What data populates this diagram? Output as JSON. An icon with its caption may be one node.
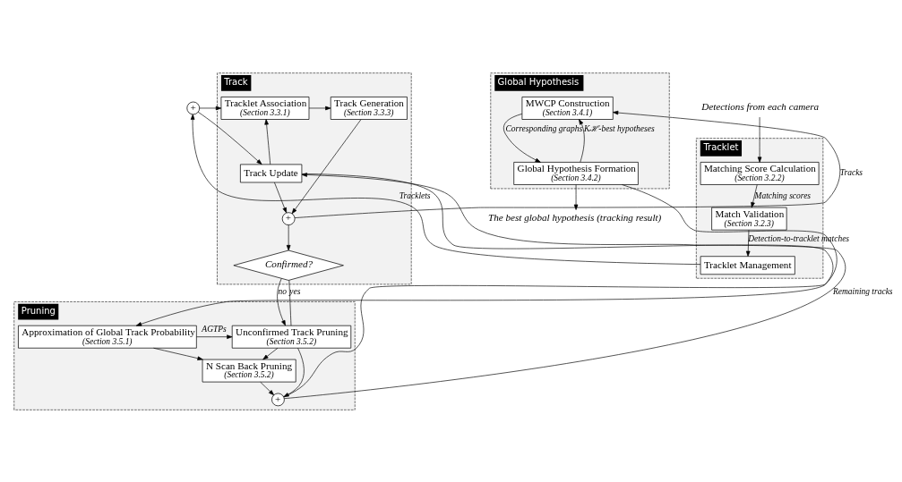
{
  "diagram": {
    "nodes": [
      {
        "text": [
          "Tracklet"
        ]
      },
      {
        "text": [
          "Matching Score Calculation",
          "(Section 3.2.2)"
        ],
        "in": 0
      },
      {
        "text": [
          "Match Validation",
          "(Section 3.2.3)"
        ],
        "in": 0
      },
      {
        "text": [
          "Tracklet Management"
        ],
        "in": 0
      },
      {
        "text": [
          "Detections from each camera"
        ]
      },
      {
        "text": [
          "+"
        ]
      },
      {
        "text": [
          "Track"
        ]
      },
      {
        "text": [
          "Tracklet Association",
          "(Section 3.3.1)"
        ],
        "in": 6
      },
      {
        "text": [
          "Track Generation",
          "(Section 3.3.3)"
        ],
        "in": 6
      },
      {
        "text": [
          "Track Update"
        ],
        "in": 6
      },
      {
        "text": [
          "+"
        ],
        "in": 6
      },
      {
        "text": [
          "Confirmed?"
        ],
        "in": 6
      },
      {
        "text": [
          "Global Hypothesis"
        ]
      },
      {
        "text": [
          "MWCP Construction",
          "(Section 3.4.1)"
        ],
        "in": 12
      },
      {
        "text": [
          "Global Hypothesis Formation",
          "(Section 3.4.2)"
        ],
        "in": 12
      },
      {
        "text": [
          "Pruning"
        ]
      },
      {
        "text": [
          "Unconfirmed Track Pruning",
          "(Section 3.5.2)"
        ],
        "in": 15
      },
      {
        "text": [
          "N Scan Back Pruning",
          "(Section 3.5.2)"
        ],
        "in": 15
      },
      {
        "text": [
          "Approximation of Global Track Probability",
          "(Section 3.5.1)"
        ],
        "in": 15
      },
      {
        "text": [
          "+"
        ],
        "in": 15
      },
      {
        "text": [
          "The best global hypothesis (tracking result)"
        ]
      }
    ],
    "edges": [
      {
        "from": 4,
        "to": 1,
        "arrow": "to"
      },
      {
        "from": 1,
        "to": 2,
        "arrow": "to",
        "label": "Matching scores"
      },
      {
        "from": 2,
        "to": 3,
        "arrow": "to",
        "label": "Detection-to-tracklet matches"
      },
      {
        "from": 3,
        "to": 5,
        "arrow": "to",
        "label": "Tracklets"
      },
      {
        "from": 5,
        "to": 7,
        "arrow": "to"
      },
      {
        "from": 5,
        "to": 9,
        "arrow": "to"
      },
      {
        "from": 7,
        "to": 8,
        "arrow": "to"
      },
      {
        "from": 9,
        "to": 7,
        "arrow": "to"
      },
      {
        "from": 8,
        "to": 10,
        "arrow": "to"
      },
      {
        "from": 9,
        "to": 10,
        "arrow": "to"
      },
      {
        "from": 10,
        "to": 13,
        "arrow": "to",
        "label": "Tracks"
      },
      {
        "from": 10,
        "to": 11,
        "arrow": "to"
      },
      {
        "from": 11,
        "to": 16,
        "arrow": "none",
        "label": "yes"
      },
      {
        "from": 11,
        "to": 16,
        "arrow": "to",
        "label": "no"
      },
      {
        "from": 16,
        "to": 19,
        "arrow": "to"
      },
      {
        "from": 17,
        "to": 19,
        "arrow": "to"
      },
      {
        "from": 9,
        "to": 19,
        "arrow": "none"
      },
      {
        "from": 19,
        "to": 9,
        "arrow": "to",
        "label": "Remaining tracks"
      },
      {
        "from": 16,
        "to": 17,
        "arrow": "to"
      },
      {
        "from": 18,
        "to": 16,
        "arrow": "to",
        "label": "AGTPs"
      },
      {
        "from": 18,
        "to": 17,
        "arrow": "to"
      },
      {
        "from": 13,
        "to": 14,
        "arrow": "to",
        "label": "Corresponding graphs"
      },
      {
        "from": 14,
        "to": 13,
        "arrow": "to",
        "label": "Kℋ-best hypotheses"
      },
      {
        "from": 14,
        "to": 18,
        "arrow": "to"
      },
      {
        "from": 14,
        "to": 20,
        "arrow": "to"
      }
    ]
  }
}
